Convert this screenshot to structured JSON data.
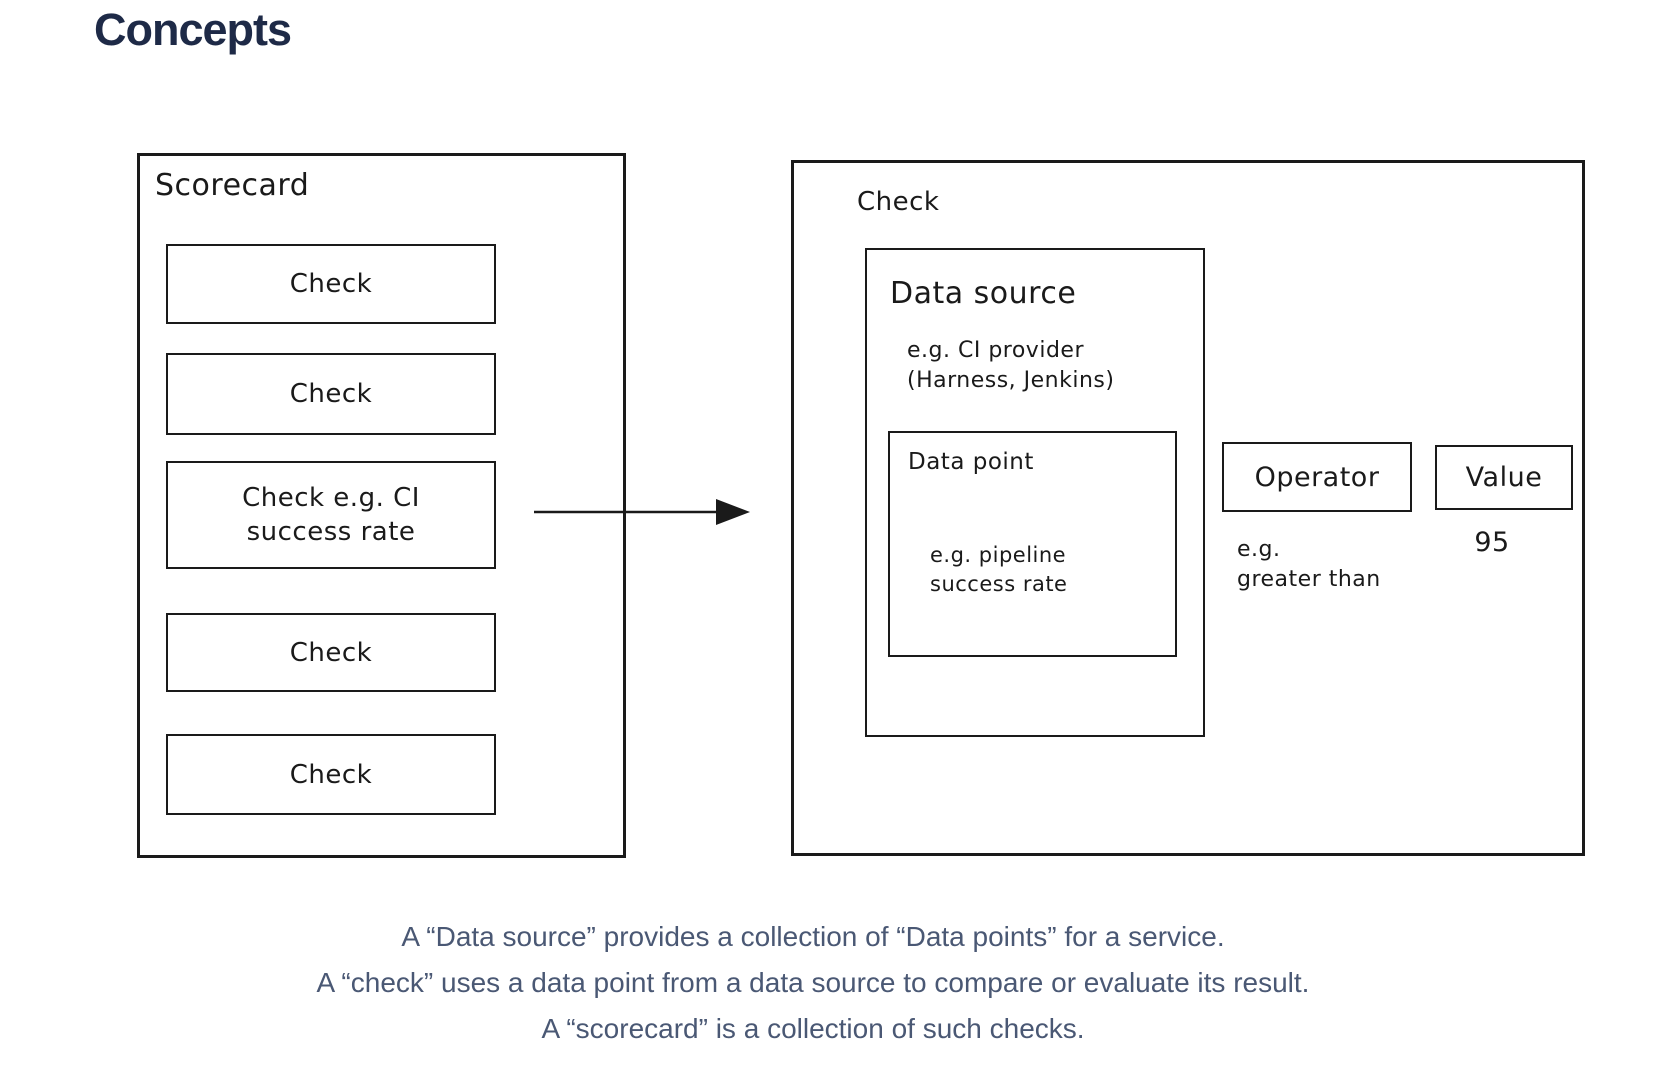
{
  "page": {
    "title": "Concepts"
  },
  "scorecard": {
    "label": "Scorecard",
    "checks": [
      "Check",
      "Check",
      "Check e.g. CI\nsuccess rate",
      "Check",
      "Check"
    ]
  },
  "check": {
    "label": "Check",
    "data_source": {
      "label": "Data source",
      "example": "e.g. CI provider\n(Harness, Jenkins)",
      "data_point": {
        "label": "Data point",
        "example": "e.g. pipeline\nsuccess rate"
      }
    },
    "operator": {
      "label": "Operator",
      "example": "e.g.\ngreater than"
    },
    "value": {
      "label": "Value",
      "example": "95"
    }
  },
  "caption": {
    "lines": [
      "A “Data source” provides a collection of “Data points” for a service.",
      "A “check” uses a data point from a data source to compare or evaluate its result.",
      "A “scorecard” is a collection of such checks."
    ]
  },
  "colors": {
    "heading": "#1e2a47",
    "caption_text": "#4a5874",
    "ink": "#1a1a1a"
  }
}
